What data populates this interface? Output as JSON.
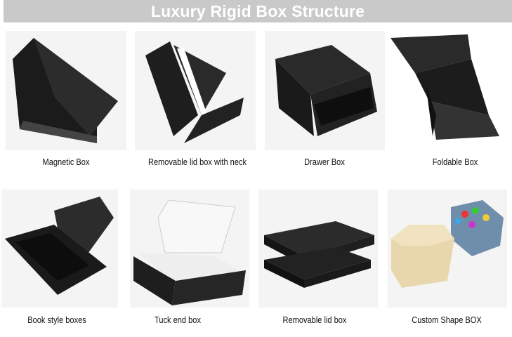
{
  "header": {
    "title": "Luxury Rigid Box Structure"
  },
  "products": [
    {
      "label": "Magnetic Box",
      "icon": "magnetic-box-image"
    },
    {
      "label": "Removable lid box with neck",
      "icon": "neck-box-image"
    },
    {
      "label": "Drawer Box",
      "icon": "drawer-box-image"
    },
    {
      "label": "Foldable Box",
      "icon": "foldable-box-image"
    },
    {
      "label": "Book style boxes",
      "icon": "book-box-image"
    },
    {
      "label": "Tuck end box",
      "icon": "tuck-end-box-image"
    },
    {
      "label": "Removable lid box",
      "icon": "lid-box-image"
    },
    {
      "label": "Custom Shape BOX",
      "icon": "custom-shape-box-image"
    }
  ]
}
